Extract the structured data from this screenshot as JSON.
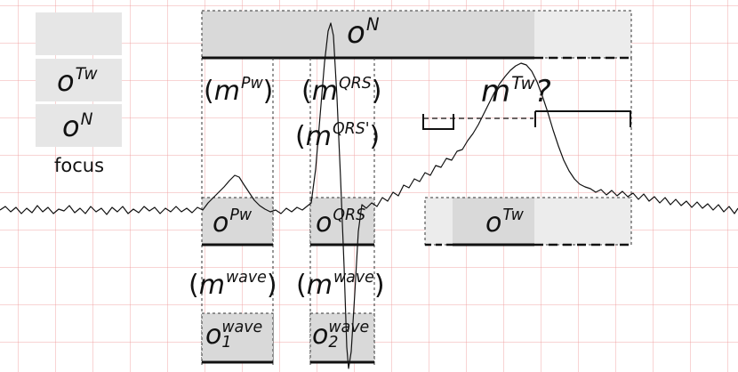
{
  "legend": {
    "items": [
      {
        "base": "o",
        "sup": "Tw"
      },
      {
        "base": "o",
        "sup": "N"
      }
    ],
    "caption": "focus"
  },
  "observations": {
    "top": {
      "base": "o",
      "sup": "N"
    },
    "p_wave": {
      "base": "o",
      "sup": "Pw"
    },
    "qrs": {
      "base": "o",
      "sup": "QRS"
    },
    "t_wave": {
      "base": "o",
      "sup": "Tw"
    },
    "wave1": {
      "base": "o",
      "sup": "wave",
      "sub": "1"
    },
    "wave2": {
      "base": "o",
      "sup": "wave",
      "sub": "2"
    }
  },
  "hypotheses": {
    "p_wave": {
      "open": "(",
      "base": "m",
      "sup": "Pw",
      "close": ")"
    },
    "qrs": {
      "open": "(",
      "base": "m",
      "sup": "QRS",
      "close": ")"
    },
    "qrs_alt": {
      "open": "(",
      "base": "m",
      "sup": "QRS'",
      "close": ")"
    },
    "t_wave": {
      "base": "m",
      "sup": "Tw",
      "suffix": "?"
    },
    "wave1": {
      "open": "(",
      "base": "m",
      "sup": "wave",
      "close": ")"
    },
    "wave2": {
      "open": "(",
      "base": "m",
      "sup": "wave",
      "close": ")"
    }
  },
  "colors": {
    "grid": "#f0a0a0",
    "box_fill": "#d9d9d9",
    "box_fill_light": "#ececec",
    "legend_fill": "#e6e6e6",
    "line": "#111111"
  }
}
